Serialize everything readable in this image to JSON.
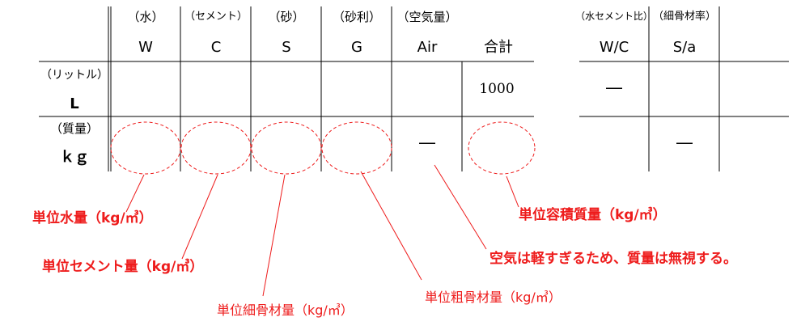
{
  "table_left": {
    "columns": [
      {
        "jp": "（水）",
        "code": "W"
      },
      {
        "jp": "（セメント）",
        "code": "C"
      },
      {
        "jp": "（砂）",
        "code": "S"
      },
      {
        "jp": "（砂利）",
        "code": "G"
      },
      {
        "jp": "（空気量）",
        "code": "Air"
      },
      {
        "jp": "",
        "code": "合計"
      }
    ],
    "rows": [
      {
        "label_top": "（リットル）",
        "label_main": "L",
        "total": "1000"
      },
      {
        "label_top": "（質量）",
        "label_main": "ｋｇ",
        "air": "―"
      }
    ]
  },
  "table_right": {
    "columns": [
      {
        "jp": "（水セメント比）",
        "code": "W/C"
      },
      {
        "jp": "（細骨材率）",
        "code": "S/a"
      }
    ],
    "row1_wc": "―",
    "row2_sa": "―"
  },
  "annotations": [
    {
      "id": "water",
      "text": "単位水量（kg/㎥）"
    },
    {
      "id": "cement",
      "text": "単位セメント量（kg/㎥）"
    },
    {
      "id": "fine",
      "text": "単位細骨材量（kg/㎥）"
    },
    {
      "id": "coarse",
      "text": "単位粗骨材量（kg/㎥）"
    },
    {
      "id": "air",
      "text": "空気は軽すぎるため、質量は無視する。"
    },
    {
      "id": "density",
      "text": "単位容積質量（kg/㎥）"
    }
  ],
  "colors": {
    "line": "#000000",
    "accent": "#ee1c1c"
  }
}
